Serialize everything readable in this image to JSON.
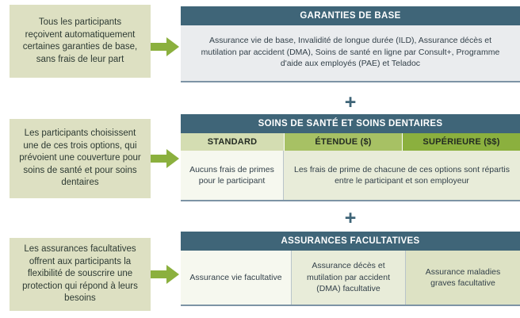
{
  "accent_colors": {
    "header_slate": "#3f6578",
    "note_sage": "#dde0c2",
    "arrow_green": "#8bb03e",
    "col_standard": "#d4ddb2",
    "col_etendue": "#a7c164",
    "col_superieure": "#8bb03e",
    "panel_body_gray": "#eaecee",
    "cell_cream": "#f6f8ef",
    "cell_light_green": "#e8ecd9",
    "cell_green": "#dde2c4"
  },
  "separators": {
    "plus": "+"
  },
  "sections": [
    {
      "id": "garanties-de-base",
      "note": "Tous les participants reçoivent automatiquement certaines garanties de base, sans frais de leur part",
      "arrow": "right-arrow-icon",
      "panel_title": "GARANTIES DE BASE",
      "body_text": "Assurance vie de base, Invalidité de longue durée (ILD), Assurance décès et mutilation par accident (DMA), Soins de santé en ligne par Consult+, Programme d'aide aux employés (PAE) et Teladoc"
    },
    {
      "id": "soins-de-sante-et-soins-dentaires",
      "note": "Les participants choisissent une de ces trois options, qui prévoient une couverture pour soins de santé et pour soins dentaires",
      "arrow": "right-arrow-icon",
      "panel_title": "SOINS DE SANTÉ ET SOINS DENTAIRES",
      "columns": [
        "STANDARD",
        "ÉTENDUE ($)",
        "SUPÉRIEURE ($$)"
      ],
      "cells": [
        "Aucuns frais de primes pour le participant",
        "Les frais de prime de chacune de ces options sont répartis entre le participant et son employeur"
      ]
    },
    {
      "id": "assurances-facultatives",
      "note": "Les assurances facultatives offrent aux participants la flexibilité de souscrire une protection qui répond à leurs besoins",
      "arrow": "right-arrow-icon",
      "panel_title": "ASSURANCES FACULTATIVES",
      "cells": [
        "Assurance vie facultative",
        "Assurance décès et mutilation par accident (DMA) facultative",
        "Assurance maladies graves facultative"
      ]
    }
  ]
}
